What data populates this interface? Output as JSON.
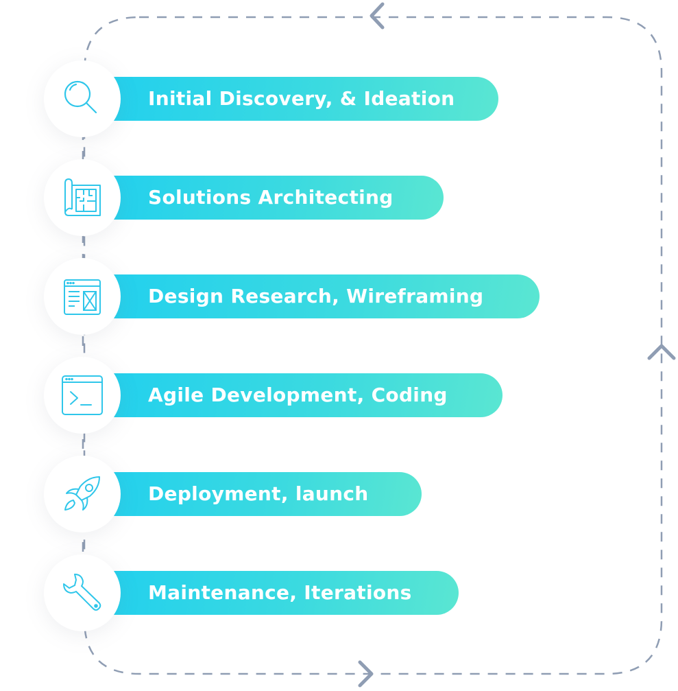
{
  "diagram": {
    "type": "process-cycle",
    "accent_color": "#2fd3ec",
    "accent_end_color": "#5ae6d2",
    "connector_color": "#8f9db3",
    "steps": [
      {
        "label": "Initial Discovery, & Ideation",
        "icon": "magnifier-icon"
      },
      {
        "label": "Solutions Architecting",
        "icon": "blueprint-icon"
      },
      {
        "label": "Design Research, Wireframing",
        "icon": "wireframe-window-icon"
      },
      {
        "label": "Agile Development, Coding",
        "icon": "terminal-window-icon"
      },
      {
        "label": "Deployment, launch",
        "icon": "rocket-icon"
      },
      {
        "label": "Maintenance, Iterations",
        "icon": "wrench-icon"
      }
    ],
    "cycle_arrows": [
      "left",
      "up",
      "right"
    ]
  }
}
